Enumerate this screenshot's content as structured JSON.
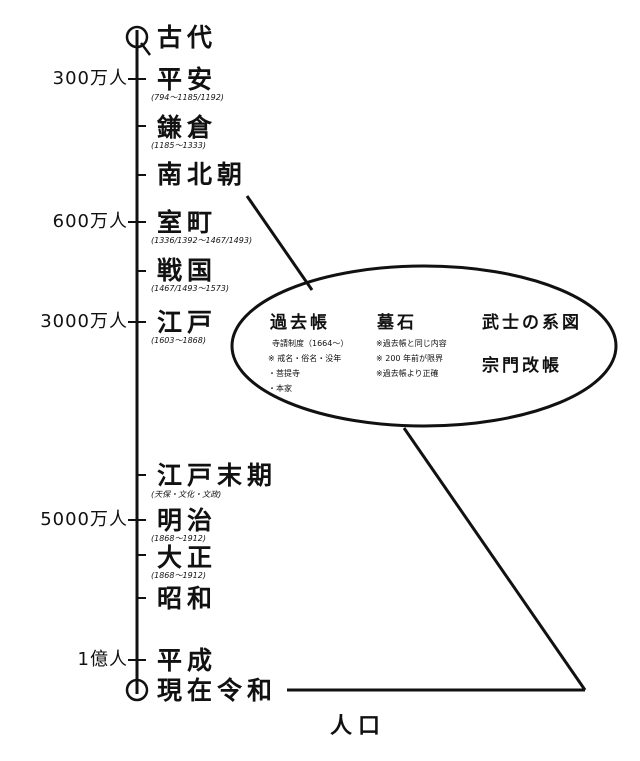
{
  "timeline": {
    "eras": [
      {
        "label": "古代",
        "dates": ""
      },
      {
        "label": "平安",
        "dates": "(794〜1185/1192)"
      },
      {
        "label": "鎌倉",
        "dates": "(1185〜1333)"
      },
      {
        "label": "南北朝",
        "dates": ""
      },
      {
        "label": "室町",
        "dates": "(1336/1392〜1467/1493)"
      },
      {
        "label": "戦国",
        "dates": "(1467/1493〜1573)"
      },
      {
        "label": "江戸",
        "dates": "(1603〜1868)"
      },
      {
        "label": "江戸末期",
        "dates": "(天保・文化・文政)"
      },
      {
        "label": "明治",
        "dates": "(1868〜1912)"
      },
      {
        "label": "大正",
        "dates": "(1868〜1912)"
      },
      {
        "label": "昭和",
        "dates": ""
      },
      {
        "label": "平成",
        "dates": ""
      },
      {
        "label": "現在令和",
        "dates": ""
      }
    ],
    "populations": [
      "300万人",
      "600万人",
      "3000万人",
      "5000万人",
      "1億人"
    ],
    "axis_label": "人口"
  },
  "records": {
    "kakocho": {
      "title": "過去帳",
      "notes": [
        "寺請制度（1664〜）",
        "※ 戒名・俗名・没年",
        "・菩提寺",
        "・本家"
      ]
    },
    "haka": {
      "title": "墓石",
      "notes": [
        "※過去帳と同じ内容",
        "※ 200 年前が限界",
        "※過去帳より正確"
      ]
    },
    "bushi": {
      "title": "武士の系図"
    },
    "shumon": {
      "title": "宗門改帳"
    }
  }
}
